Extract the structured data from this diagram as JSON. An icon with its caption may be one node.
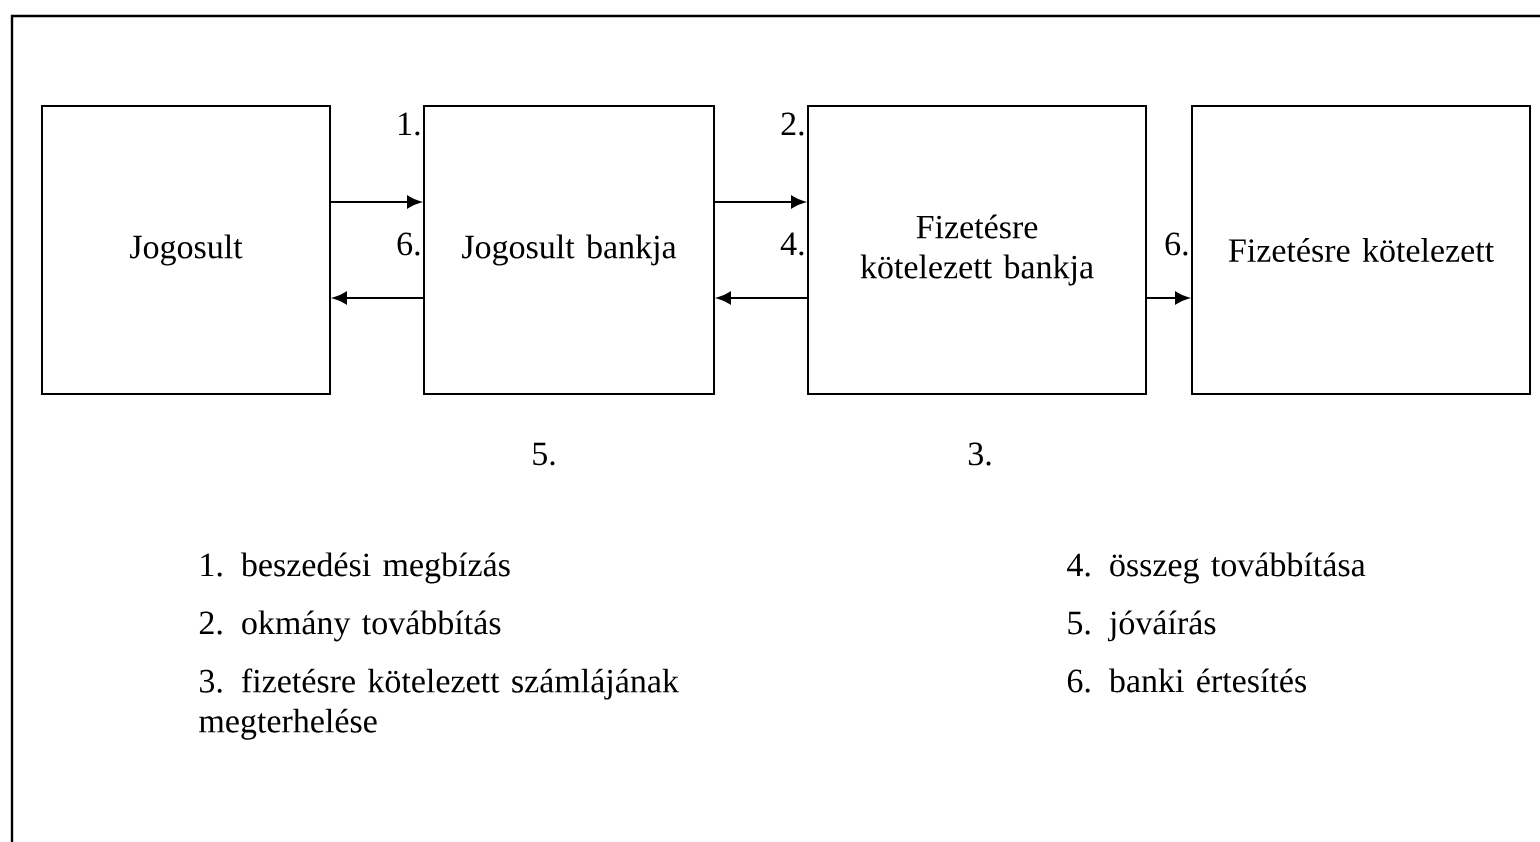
{
  "diagram": {
    "nodes": [
      {
        "text": [
          "Jogosult"
        ]
      },
      {
        "text": [
          "Jogosult bankja"
        ]
      },
      {
        "text": [
          "Fizetésre kötelezett bankja"
        ]
      },
      {
        "text": [
          "Fizetésre kötelezett"
        ]
      }
    ],
    "edges": [
      {
        "from": 0,
        "to": 1,
        "arrow": "to"
      },
      {
        "from": 1,
        "to": 0,
        "arrow": "to"
      },
      {
        "from": 1,
        "to": 2,
        "arrow": "to"
      },
      {
        "from": 2,
        "to": 1,
        "arrow": "to"
      },
      {
        "from": 2,
        "to": 3,
        "arrow": "to"
      }
    ],
    "labels": [
      "1.",
      "2.",
      "6.",
      "4.",
      "6.",
      "5.",
      "3.",
      "1. beszedési megbízás",
      "4. összeg továbbítása",
      "2. okmány továbbítás",
      "5. jóváírás",
      "3. fizetésre kötelezett számlájának megterhelése",
      "6. banki értesítés"
    ]
  }
}
